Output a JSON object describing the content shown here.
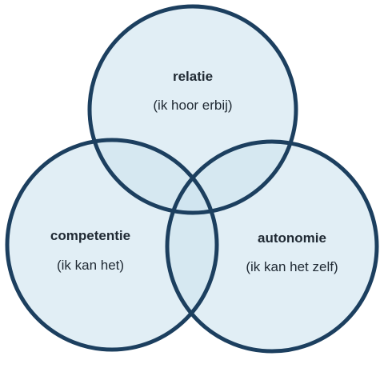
{
  "diagram": {
    "colors": {
      "circle_fill": "#cfe4ef",
      "circle_stroke": "#1c3f5f",
      "text": "#1f2933"
    },
    "circles": [
      {
        "id": "relatie",
        "label": "relatie",
        "sublabel": "(ik hoor erbij)"
      },
      {
        "id": "competentie",
        "label": "competentie",
        "sublabel": "(ik kan het)"
      },
      {
        "id": "autonomie",
        "label": "autonomie",
        "sublabel": "(ik kan het zelf)"
      }
    ]
  }
}
